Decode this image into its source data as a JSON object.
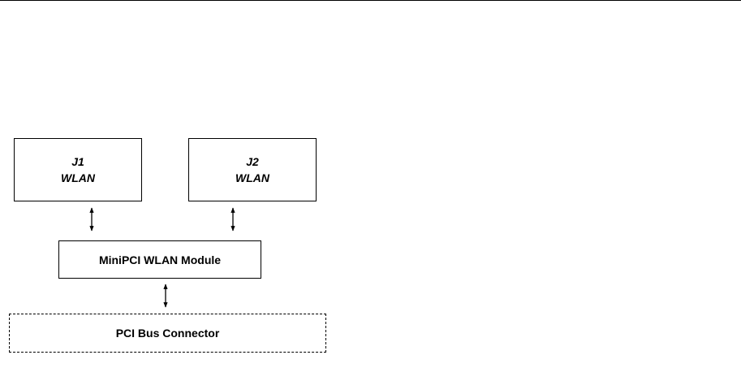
{
  "diagram": {
    "nodes": {
      "j1": {
        "line1": "J1",
        "line2": "WLAN"
      },
      "j2": {
        "line1": "J2",
        "line2": "WLAN"
      },
      "module": {
        "label": "MiniPCI WLAN Module"
      },
      "pci": {
        "label": "PCI Bus Connector"
      }
    },
    "connections": [
      {
        "from": "j1",
        "to": "module",
        "type": "bidirectional"
      },
      {
        "from": "j2",
        "to": "module",
        "type": "bidirectional"
      },
      {
        "from": "module",
        "to": "pci",
        "type": "bidirectional"
      }
    ]
  }
}
